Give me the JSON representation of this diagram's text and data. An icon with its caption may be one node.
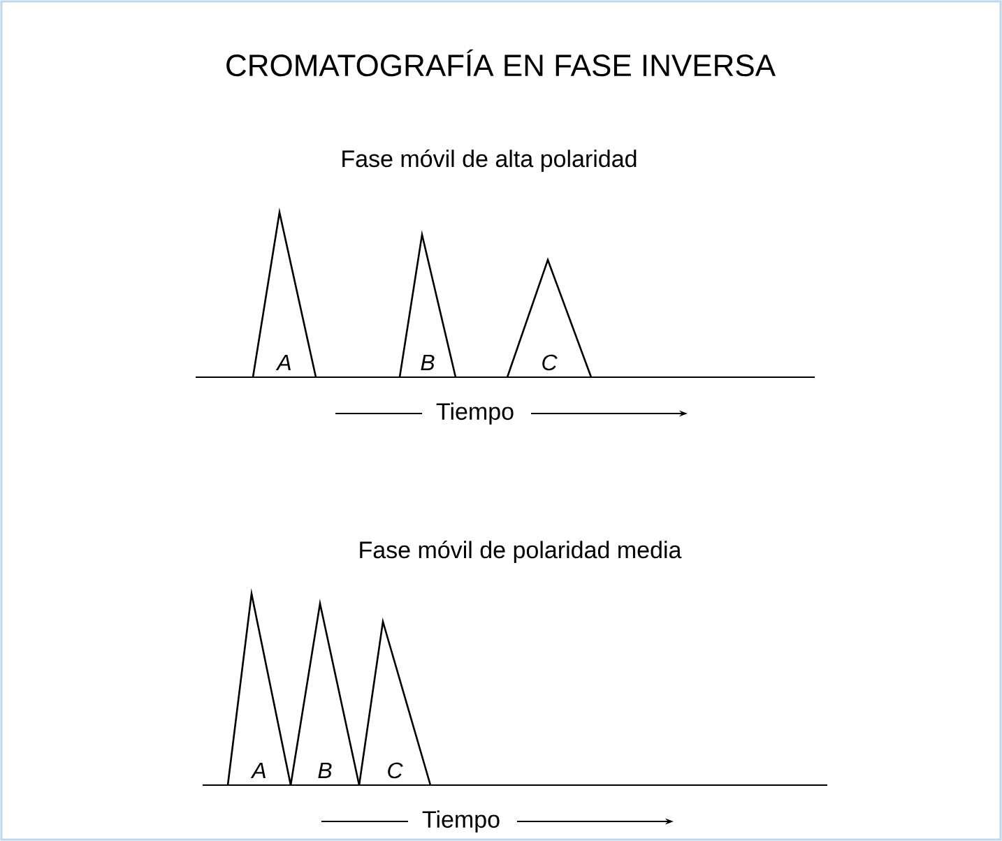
{
  "diagram": {
    "title": "CROMATOGRAFÍA EN FASE INVERSA",
    "nodes": [
      {
        "text": [
          "A"
        ]
      },
      {
        "text": [
          "B"
        ]
      },
      {
        "text": [
          "C"
        ]
      },
      {
        "text": [
          "A"
        ]
      },
      {
        "text": [
          "B"
        ]
      },
      {
        "text": [
          "C"
        ]
      }
    ],
    "labels": [
      "Fase móvil de alta polaridad",
      "Tiempo",
      "Fase móvil de polaridad media",
      "Tiempo"
    ]
  }
}
